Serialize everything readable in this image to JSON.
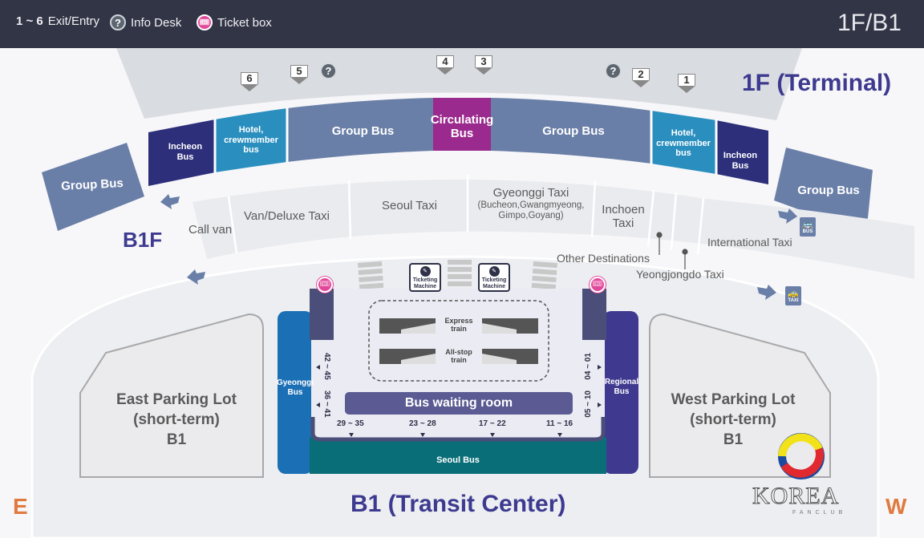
{
  "header": {
    "legend_exit_range": "1 ~ 6",
    "legend_exit_label": "Exit/Entry",
    "legend_info_symbol": "?",
    "legend_info_label": "Info Desk",
    "legend_ticket_label": "Ticket box",
    "floor_label": "1F/B1"
  },
  "exits": [
    "6",
    "5",
    "4",
    "3",
    "2",
    "1"
  ],
  "info_symbol": "?",
  "floor_titles": {
    "f1": "1F (Terminal)",
    "b1f": "B1F",
    "b1": "B1 (Transit Center)"
  },
  "directions": {
    "east": "E",
    "west": "W"
  },
  "bays": {
    "incheon_left": "Incheon\nBus",
    "hotel_left": "Hotel,\ncrewmember\nbus",
    "group_center_left": "Group Bus",
    "circulating": "Circulating\nBus",
    "group_center_right": "Group Bus",
    "hotel_right": "Hotel,\ncrewmember\nbus",
    "incheon_right": "Incheon\nBus",
    "group_far_left": "Group Bus",
    "group_far_right": "Group Bus"
  },
  "taxi": {
    "call_van": "Call van",
    "van_deluxe": "Van/Deluxe Taxi",
    "seoul": "Seoul Taxi",
    "gyeonggi": "Gyeonggi Taxi",
    "gyeonggi_sub": "(Bucheon,Gwangmyeong,\nGimpo,Goyang)",
    "incheon": "Inchoen\nTaxi",
    "international": "International Taxi",
    "other": "Other Destinations",
    "yeongjongdo": "Yeongjongdo Taxi"
  },
  "signs": {
    "bus": "BUS",
    "taxi": "TAXI"
  },
  "transit": {
    "ticketing_machine": "Ticketing\nMachine",
    "express_train": "Express\ntrain",
    "allstop_train": "All-stop\ntrain",
    "waiting_room": "Bus waiting room",
    "gyeonggi_bus": "Gyeonggi\nBus",
    "regional_bus": "Regional\nBus",
    "seoul_bus": "Seoul Bus",
    "gates_bottom": [
      "29 ~ 35",
      "23 ~ 28",
      "17 ~ 22",
      "11 ~ 16"
    ],
    "gates_left": [
      "42 ~ 45",
      "36 ~ 41"
    ],
    "gates_right": [
      "04 ~ 01",
      "05 ~ 10"
    ]
  },
  "parking": {
    "east": "East Parking Lot\n(short-term)\nB1",
    "west": "West Parking Lot\n(short-term)\nB1"
  },
  "logo": {
    "name": "KOREA",
    "sub": "FANCLUB"
  },
  "colors": {
    "header": "#323546",
    "navy": "#2d2f7a",
    "teal": "#2a8fbf",
    "group": "#6a7fa8",
    "purple": "#9b2a8e",
    "title": "#3d3a8f",
    "orange": "#e07a3f"
  }
}
